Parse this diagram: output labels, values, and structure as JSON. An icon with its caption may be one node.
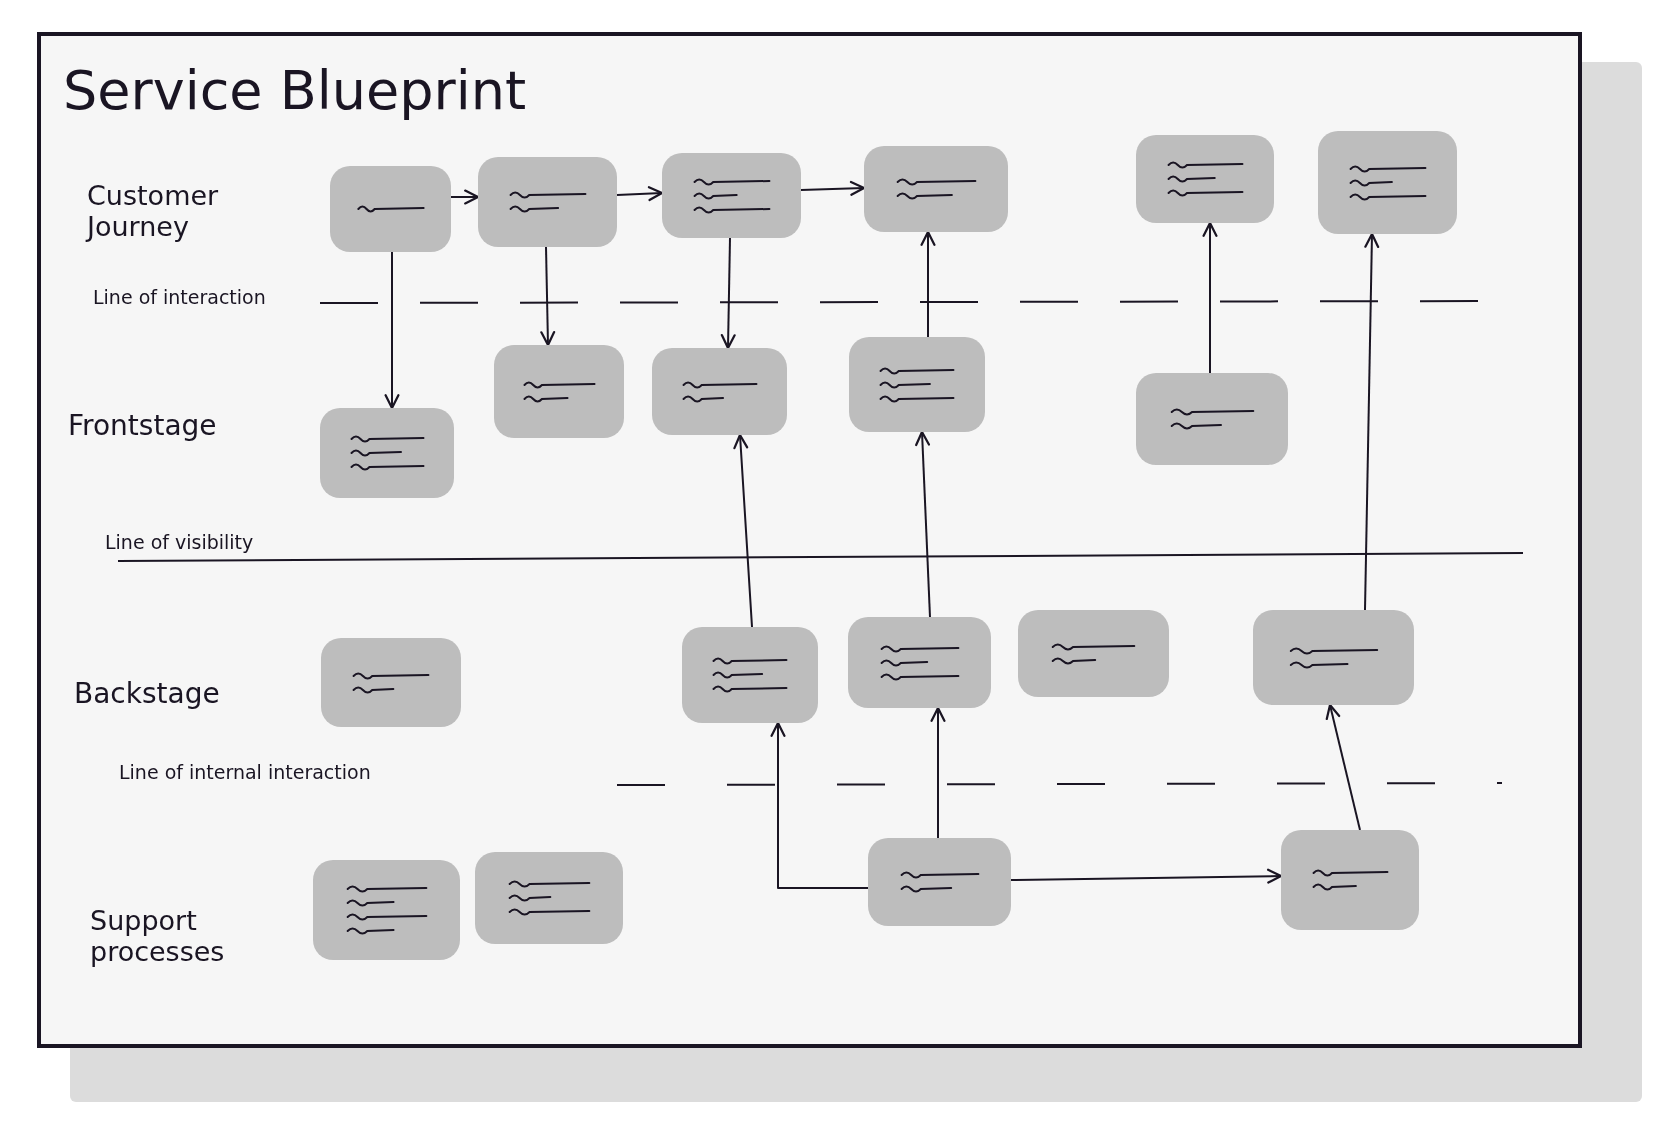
{
  "diagram": {
    "title": "Service Blueprint",
    "nodes": [
      {
        "text": [],
        "shape": "box"
      },
      {
        "text": [],
        "shape": "box"
      },
      {
        "text": [],
        "shape": "box"
      },
      {
        "text": [],
        "shape": "box"
      },
      {
        "text": [],
        "shape": "box"
      },
      {
        "text": [],
        "shape": "box"
      },
      {
        "text": [],
        "shape": "box"
      },
      {
        "text": [],
        "shape": "box"
      },
      {
        "text": [],
        "shape": "box"
      },
      {
        "text": [],
        "shape": "box"
      },
      {
        "text": [],
        "shape": "box"
      },
      {
        "text": [],
        "shape": "box"
      },
      {
        "text": [],
        "shape": "box"
      },
      {
        "text": [],
        "shape": "box"
      },
      {
        "text": [],
        "shape": "box"
      },
      {
        "text": [],
        "shape": "box"
      },
      {
        "text": [],
        "shape": "box"
      },
      {
        "text": [],
        "shape": "box"
      },
      {
        "text": [],
        "shape": "box"
      },
      {
        "text": [],
        "shape": "box"
      }
    ],
    "edges": [
      {
        "from": 0,
        "to": 1,
        "arrow": "to"
      },
      {
        "from": 0,
        "to": 6,
        "arrow": "to"
      },
      {
        "from": 1,
        "to": 2,
        "arrow": "to"
      },
      {
        "from": 1,
        "to": 7,
        "arrow": "to"
      },
      {
        "from": 2,
        "to": 3,
        "arrow": "to"
      },
      {
        "from": 2,
        "to": 8,
        "arrow": "to"
      },
      {
        "from": 9,
        "to": 3,
        "arrow": "to"
      },
      {
        "from": 10,
        "to": 4,
        "arrow": "to"
      },
      {
        "from": 15,
        "to": 5,
        "arrow": "to"
      },
      {
        "from": 12,
        "to": 8,
        "arrow": "to"
      },
      {
        "from": 13,
        "to": 9,
        "arrow": "to"
      },
      {
        "from": 18,
        "to": 12,
        "arrow": "to"
      },
      {
        "from": 18,
        "to": 13,
        "arrow": "to"
      },
      {
        "from": 18,
        "to": 19,
        "arrow": "to"
      },
      {
        "from": 19,
        "to": 15,
        "arrow": "to"
      }
    ],
    "labels": [
      "Customer Journey",
      "Line of interaction",
      "Frontstage",
      "Line of visibility",
      "Backstage",
      "Line of internal interaction",
      "Support processes"
    ]
  }
}
